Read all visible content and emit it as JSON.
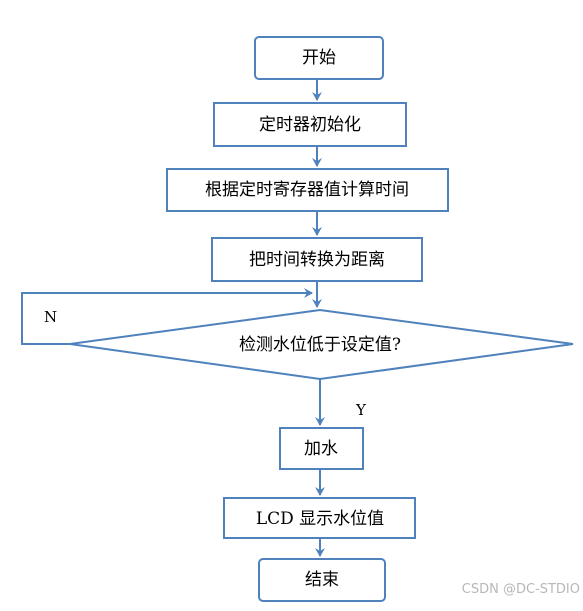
{
  "nodes": {
    "start": "开始",
    "timer_init": "定时器初始化",
    "calc_time": "根据定时寄存器值计算时间",
    "convert_distance": "把时间转换为距离",
    "decision": "检测水位低于设定值?",
    "add_water": "加水",
    "lcd_display": "LCD 显示水位值",
    "end": "结束"
  },
  "branch_labels": {
    "no": "N",
    "yes": "Y"
  },
  "watermark": "CSDN @DC-STDIO",
  "colors": {
    "stroke": "#4f81bd",
    "fill": "#ffffff",
    "text": "#000000"
  }
}
